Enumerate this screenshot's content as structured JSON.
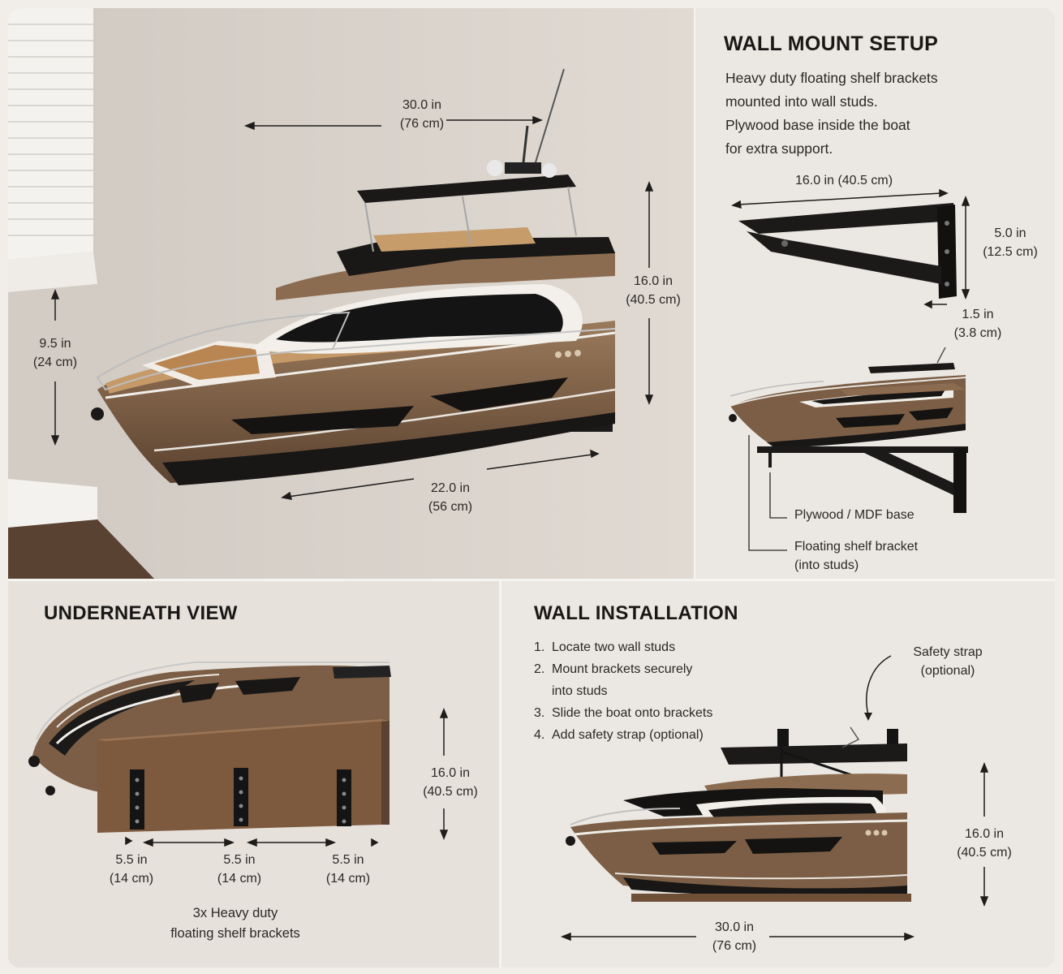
{
  "hero": {
    "length_top": {
      "in": "30.0 in",
      "cm": "(76 cm)"
    },
    "height_right": {
      "in": "16.0 in",
      "cm": "(40.5 cm)"
    },
    "height_left": {
      "in": "9.5 in",
      "cm": "(24 cm)"
    },
    "length_bottom": {
      "in": "22.0 in",
      "cm": "(56 cm)"
    }
  },
  "mount": {
    "title": "WALL MOUNT SETUP",
    "desc": [
      "Heavy duty floating shelf brackets",
      "mounted into wall studs.",
      "Plywood base inside the boat",
      "for extra support."
    ],
    "bracket_length": "16.0 in (40.5 cm)",
    "bracket_height": {
      "in": "5.0 in",
      "cm": "(12.5 cm)"
    },
    "bracket_thickness": {
      "in": "1.5 in",
      "cm": "(3.8 cm)"
    },
    "label_base": "Plywood / MDF base",
    "label_bracket": [
      "Floating shelf bracket",
      "(into studs)"
    ]
  },
  "under": {
    "title": "UNDERNEATH VIEW",
    "height": {
      "in": "16.0 in",
      "cm": "(40.5 cm)"
    },
    "spacings": [
      {
        "in": "5.5 in",
        "cm": "(14 cm)"
      },
      {
        "in": "5.5 in",
        "cm": "(14 cm)"
      },
      {
        "in": "5.5 in",
        "cm": "(14 cm)"
      }
    ],
    "caption": [
      "3x Heavy duty",
      "floating shelf brackets"
    ]
  },
  "install": {
    "title": "WALL INSTALLATION",
    "steps": [
      {
        "n": "1.",
        "lines": [
          "Locate two wall studs"
        ]
      },
      {
        "n": "2.",
        "lines": [
          "Mount brackets securely",
          "into studs"
        ]
      },
      {
        "n": "3.",
        "lines": [
          "Slide the boat onto brackets"
        ]
      },
      {
        "n": "4.",
        "lines": [
          "Add safety strap (optional)"
        ]
      }
    ],
    "strap_label": [
      "Safety strap",
      "(optional)"
    ],
    "height": {
      "in": "16.0 in",
      "cm": "(40.5 cm)"
    },
    "length": {
      "in": "30.0 in",
      "cm": "(76 cm)"
    }
  },
  "colors": {
    "hull": "#7b5e45",
    "deck": "#b88a5a",
    "bracket": "#1c1b1a",
    "wall": "#dcd6cf"
  }
}
